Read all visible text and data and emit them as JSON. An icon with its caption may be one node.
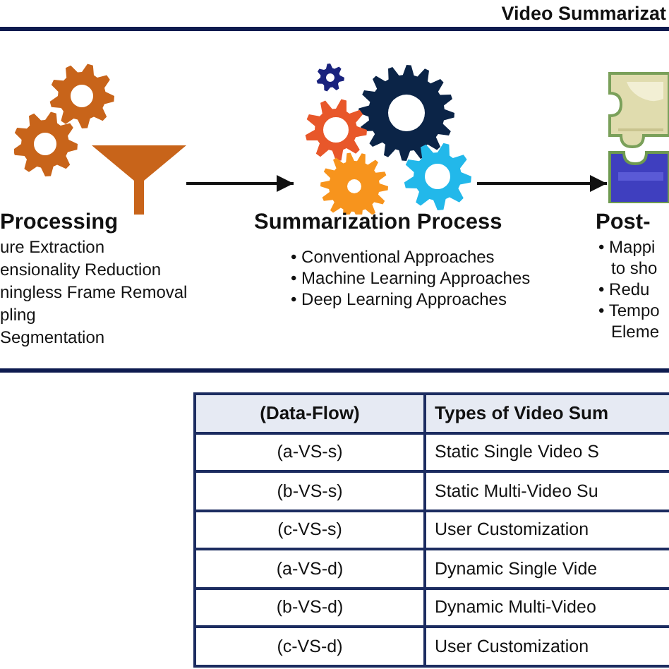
{
  "diagram": {
    "title": "Video Summarizat",
    "nodes": [
      {
        "text": [],
        "shape": "picture"
      },
      {
        "text": [],
        "shape": "picture"
      },
      {
        "text": [],
        "shape": "picture"
      },
      {
        "text": [
          "Processing",
          "ure Extraction",
          "ensionality Reduction",
          "ningless Frame Removal",
          "pling",
          "Segmentation"
        ]
      },
      {
        "text": [
          "Summarization Process",
          "• Conventional Approaches",
          "• Machine Learning Approaches",
          "• Deep Learning Approaches"
        ]
      },
      {
        "text": [
          "Post-",
          "• Mappi to sho",
          "• Redu",
          "• Tempo Eleme"
        ]
      }
    ],
    "edges": [
      {
        "from": 0,
        "to": 1,
        "arrow": "to"
      },
      {
        "from": 1,
        "to": 2,
        "arrow": "to"
      }
    ],
    "labels": [
      "(Data-Flow)",
      "Types of Video Sum",
      "(a-VS-s)",
      "Static Single Video S",
      "(b-VS-s)",
      "Static Multi-Video Su",
      "(c-VS-s)",
      "User Customization",
      "(a-VS-d)",
      "Dynamic Single Vide",
      "(b-VS-d)",
      "Dynamic Multi-Video",
      "(c-VS-d)",
      "User Customization"
    ]
  }
}
